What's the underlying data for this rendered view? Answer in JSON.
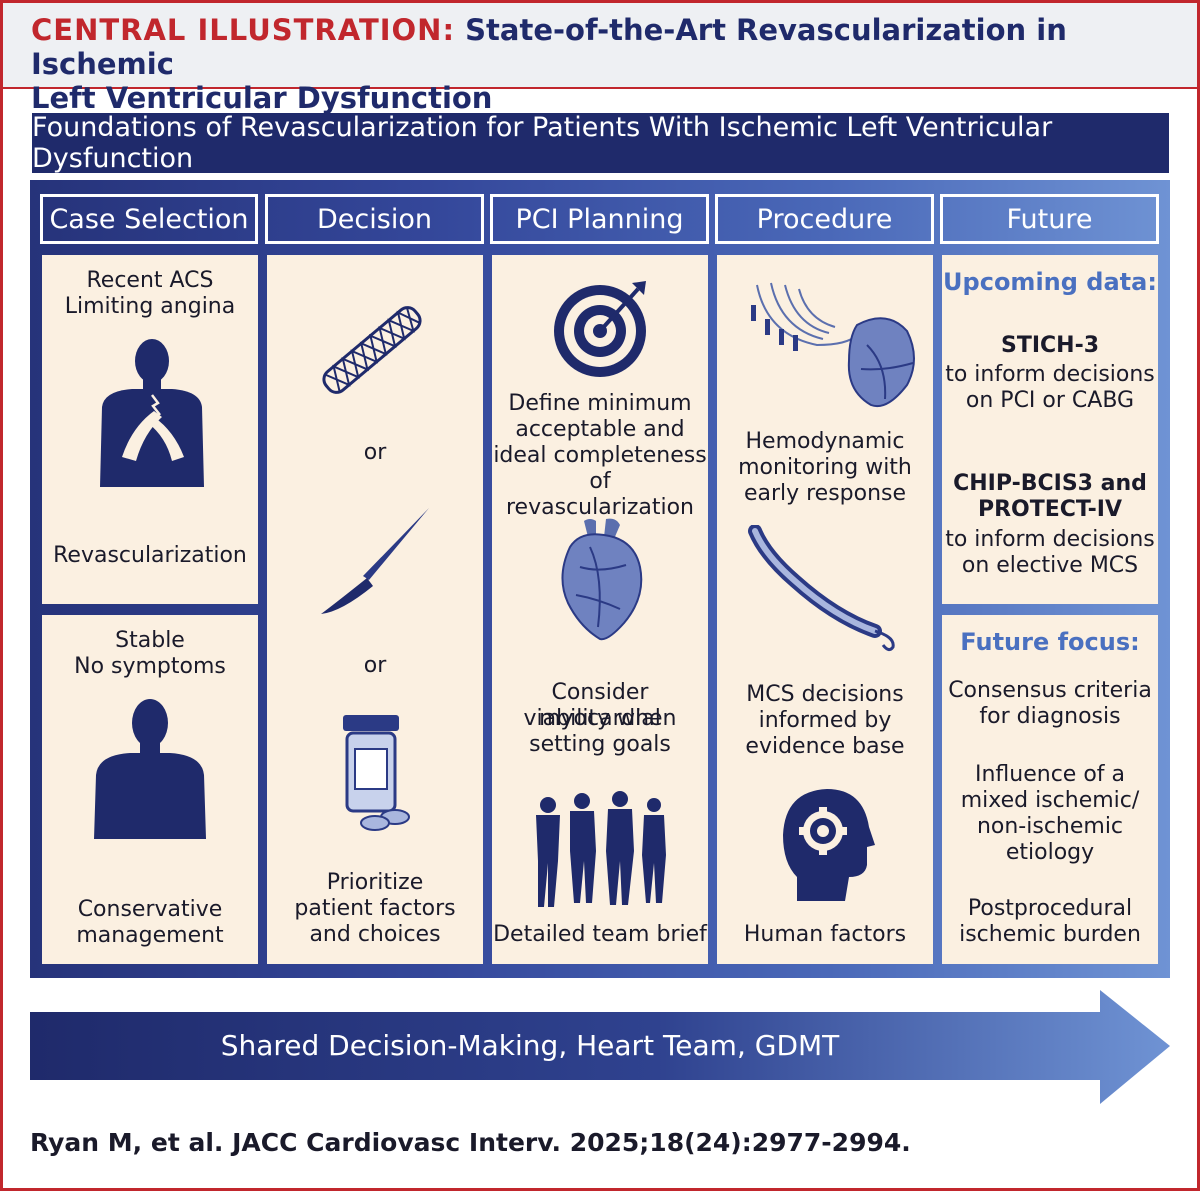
{
  "header": {
    "label": "CENTRAL ILLUSTRATION:",
    "title_line1": "State-of-the-Art Revascularization in Ischemic",
    "title_line2": "Left Ventricular Dysfunction"
  },
  "banner": "Foundations of Revascularization for Patients With Ischemic Left Ventricular Dysfunction",
  "columns": {
    "case_selection": {
      "heading": "Case Selection",
      "top": {
        "line1": "Recent ACS",
        "line2": "Limiting angina",
        "outcome": "Revascularization",
        "icon": "chest-pain-person-icon"
      },
      "bottom": {
        "line1": "Stable",
        "line2": "No symptoms",
        "outcome_line1": "Conservative",
        "outcome_line2": "management",
        "icon": "person-silhouette-icon"
      }
    },
    "decision": {
      "heading": "Decision",
      "or1": "or",
      "or2": "or",
      "text_line1": "Prioritize",
      "text_line2": "patient factors",
      "text_line3": "and choices",
      "icons": [
        "stent-icon",
        "scalpel-icon",
        "pill-bottle-icon"
      ]
    },
    "pci_planning": {
      "heading": "PCI Planning",
      "item1_line1": "Define minimum",
      "item1_line2": "acceptable and",
      "item1_line3": "ideal completeness",
      "item1_line4": "of revascularization",
      "item2_line1": "Consider myocardial",
      "item2_line2": "viability when",
      "item2_line3": "setting goals",
      "item3": "Detailed team brief",
      "icons": [
        "target-icon",
        "heart-icon",
        "team-icon"
      ]
    },
    "procedure": {
      "heading": "Procedure",
      "item1_line1": "Hemodynamic",
      "item1_line2": "monitoring with",
      "item1_line3": "early response",
      "item2_line1": "MCS decisions",
      "item2_line2": "informed by",
      "item2_line3": "evidence base",
      "item3": "Human factors",
      "icons": [
        "catheter-heart-icon",
        "impella-device-icon",
        "head-gear-icon"
      ]
    },
    "future": {
      "heading": "Future",
      "upcoming_title": "Upcoming data:",
      "stich_name": "STICH-3",
      "stich_line1": "to inform decisions",
      "stich_line2": "on PCI or CABG",
      "chip_name_line1": "CHIP-BCIS3 and",
      "chip_name_line2": "PROTECT-IV",
      "chip_line1": "to inform decisions",
      "chip_line2": "on elective MCS",
      "focus_title": "Future focus:",
      "focus1_line1": "Consensus criteria",
      "focus1_line2": "for diagnosis",
      "focus2_line1": "Influence of a",
      "focus2_line2": "mixed ischemic/",
      "focus2_line3": "non-ischemic",
      "focus2_line4": "etiology",
      "focus3_line1": "Postprocedural",
      "focus3_line2": "ischemic burden"
    }
  },
  "arrow_text": "Shared Decision-Making, Heart Team, GDMT",
  "citation": "Ryan M, et al. JACC Cardiovasc Interv. 2025;18(24):2977-2994.",
  "colors": {
    "navy": "#1f2a6b",
    "red": "#c1272d",
    "cream": "#fbf0e1",
    "future_blue": "#4a70c0"
  }
}
